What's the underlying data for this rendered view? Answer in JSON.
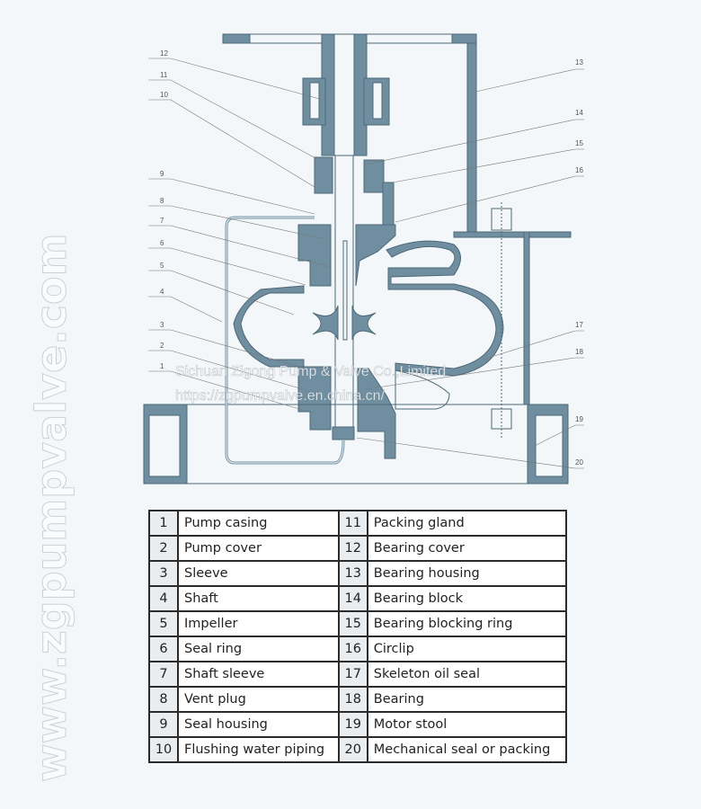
{
  "diagram": {
    "callouts_left": [
      "12",
      "11",
      "10",
      "9",
      "8",
      "7",
      "6",
      "5",
      "4",
      "3",
      "2",
      "1"
    ],
    "callouts_right": [
      "13",
      "14",
      "15",
      "16",
      "17",
      "18",
      "19",
      "20"
    ],
    "colors": {
      "part_fill": "#6f8fa0",
      "part_stroke": "#4d6877",
      "background": "#f3f7fa"
    }
  },
  "watermarks": {
    "company": "Sichuan Zigong Pump & Valve Co.,Limited",
    "url": "https://zgpumpvalve.en.china.cn/",
    "site": "www.zgpumpvalve.com"
  },
  "parts": [
    {
      "no": "1",
      "name": "Pump casing"
    },
    {
      "no": "2",
      "name": "Pump cover"
    },
    {
      "no": "3",
      "name": "Sleeve"
    },
    {
      "no": "4",
      "name": "Shaft"
    },
    {
      "no": "5",
      "name": "Impeller"
    },
    {
      "no": "6",
      "name": "Seal ring"
    },
    {
      "no": "7",
      "name": "Shaft sleeve"
    },
    {
      "no": "8",
      "name": "Vent plug"
    },
    {
      "no": "9",
      "name": "Seal housing"
    },
    {
      "no": "10",
      "name": "Flushing water piping"
    },
    {
      "no": "11",
      "name": "Packing gland"
    },
    {
      "no": "12",
      "name": "Bearing cover"
    },
    {
      "no": "13",
      "name": "Bearing housing"
    },
    {
      "no": "14",
      "name": "Bearing block"
    },
    {
      "no": "15",
      "name": "Bearing blocking ring"
    },
    {
      "no": "16",
      "name": "Circlip"
    },
    {
      "no": "17",
      "name": "Skeleton oil seal"
    },
    {
      "no": "18",
      "name": "Bearing"
    },
    {
      "no": "19",
      "name": "Motor stool"
    },
    {
      "no": "20",
      "name": "Mechanical seal or packing"
    }
  ]
}
